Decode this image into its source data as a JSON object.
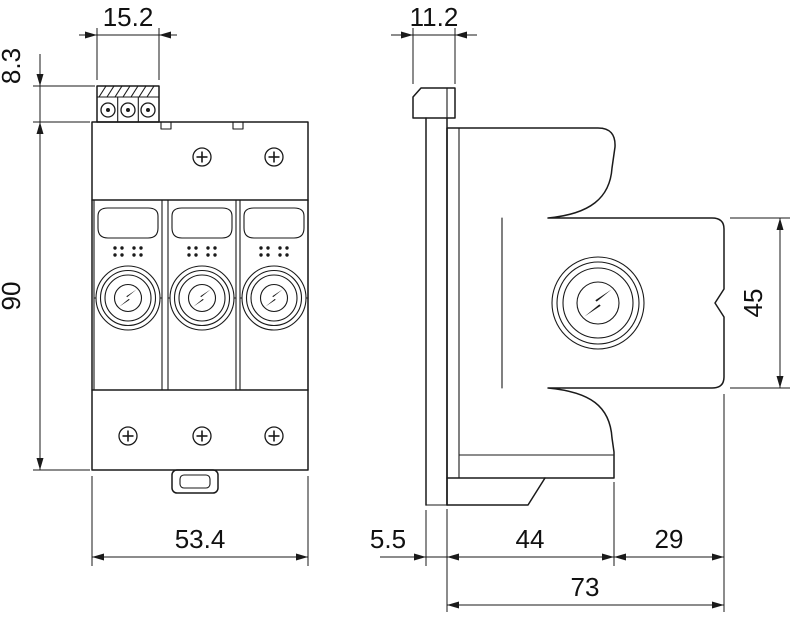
{
  "dims": {
    "front": {
      "terminal_width": "15.2",
      "terminal_height": "8.3",
      "height": "90",
      "width": "53.4"
    },
    "side": {
      "clip_width": "11.2",
      "module_height": "45",
      "rail_offset": "5.5",
      "body_depth": "44",
      "module_depth": "29",
      "total_depth": "73"
    }
  },
  "colors": {
    "line": "#1a1a1a",
    "background": "#ffffff"
  }
}
